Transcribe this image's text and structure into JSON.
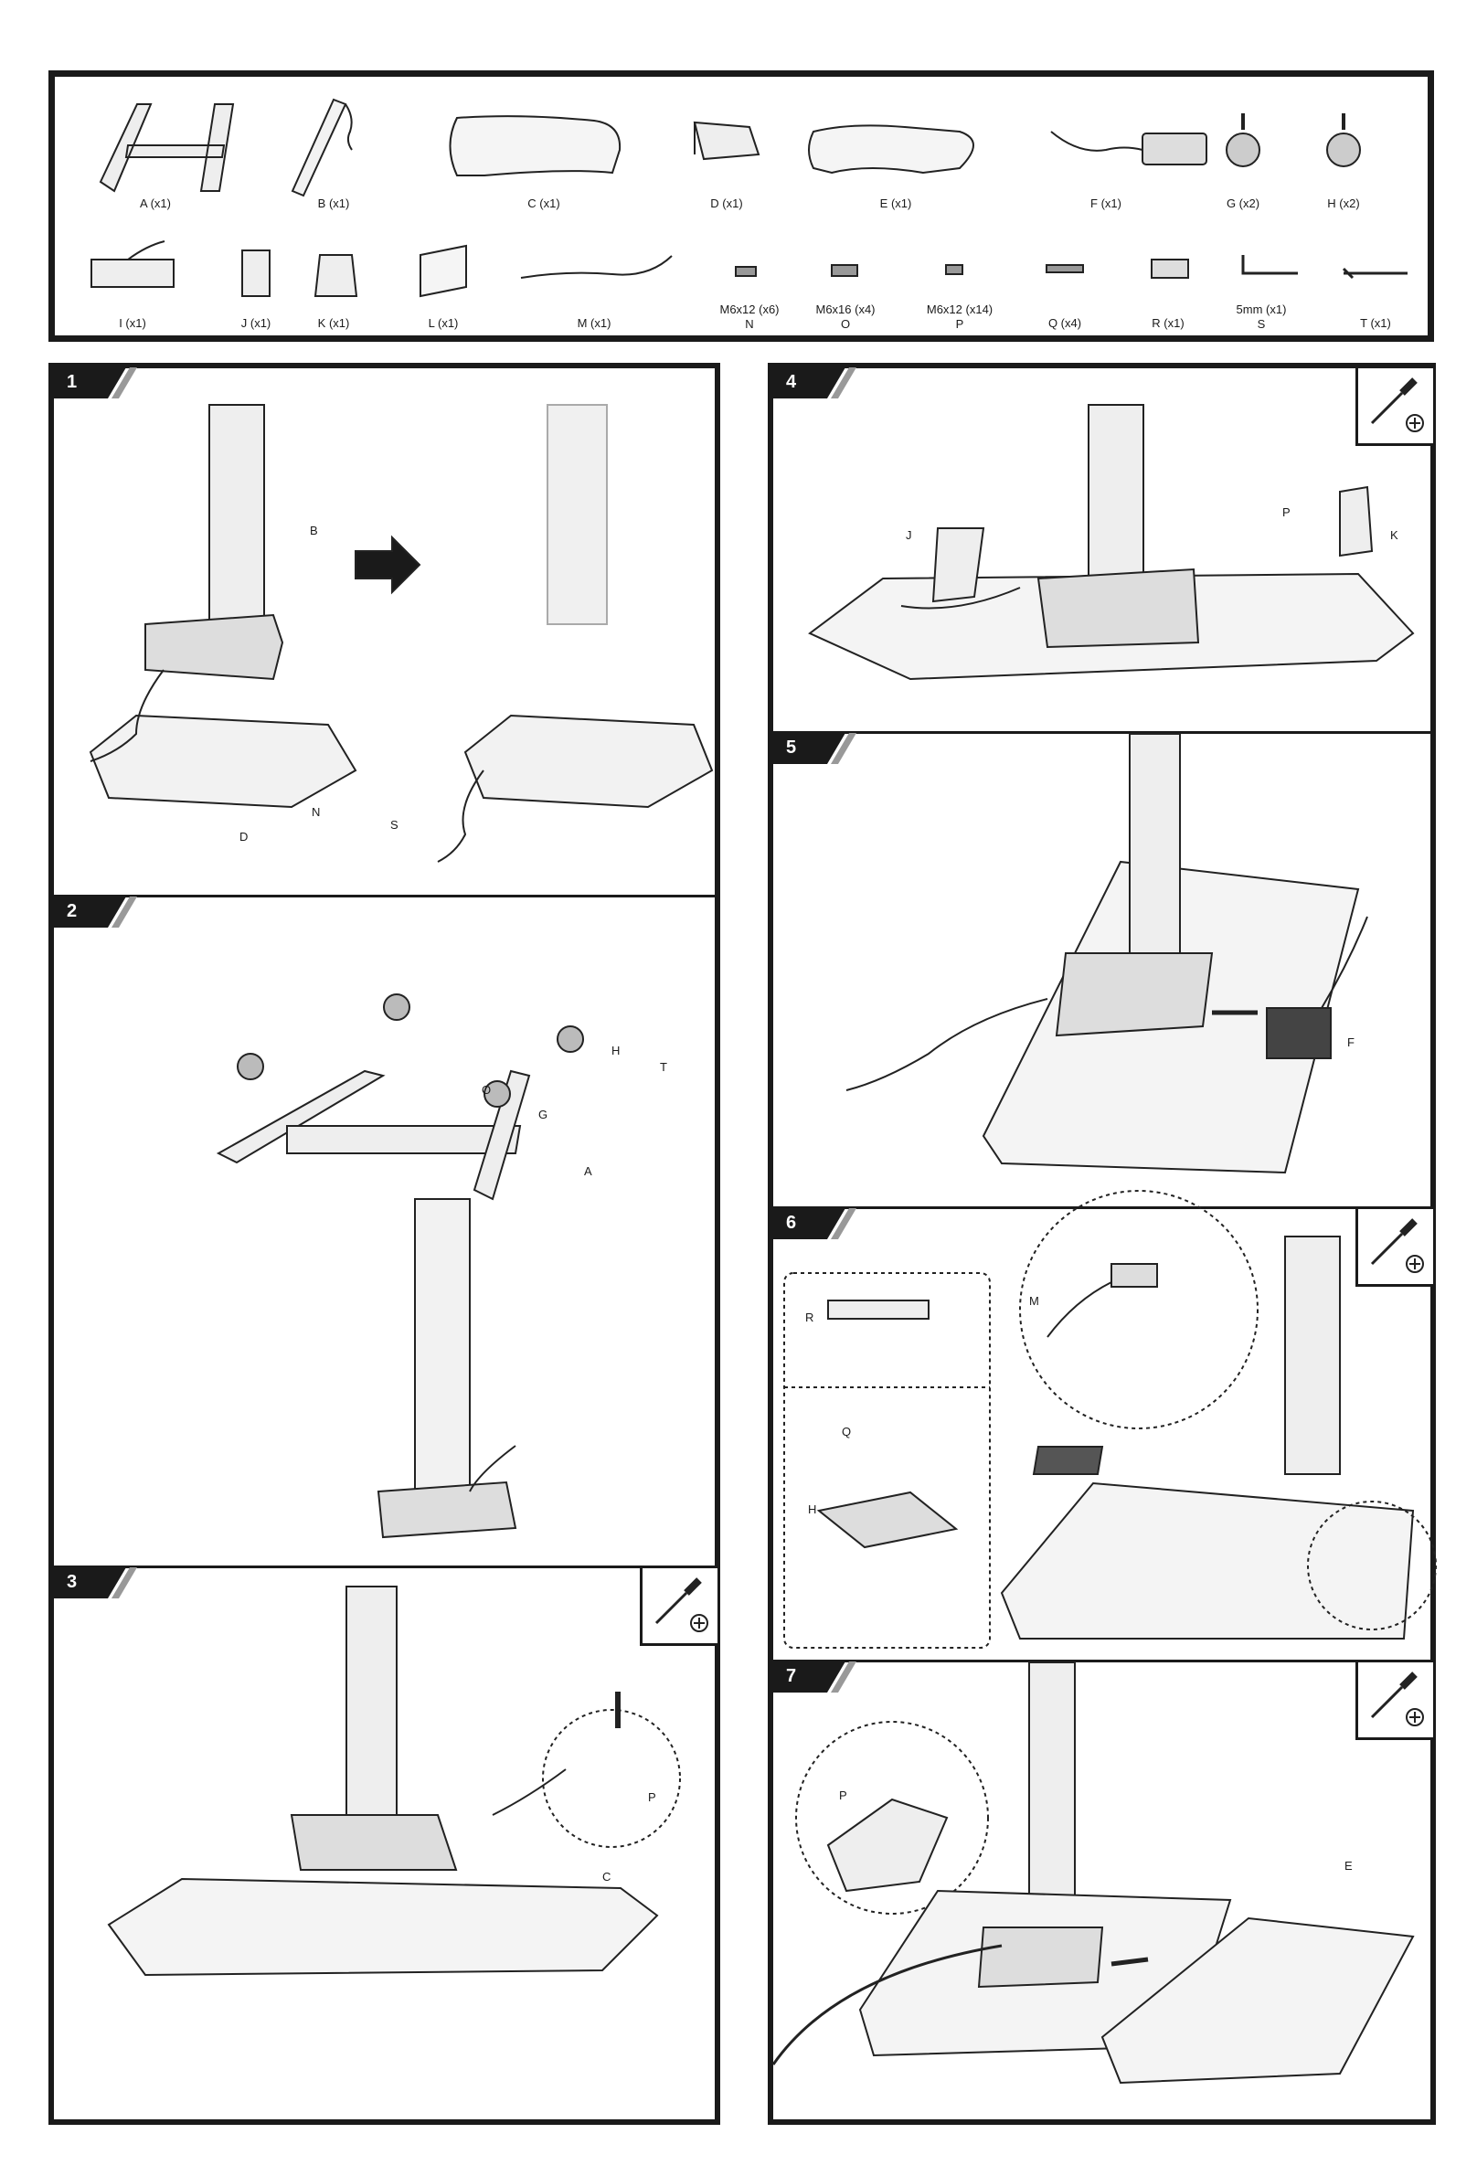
{
  "parts": [
    {
      "label": "A (x1)"
    },
    {
      "label": "B (x1)"
    },
    {
      "label": "C (x1)"
    },
    {
      "label": "D (x1)"
    },
    {
      "label": "E (x1)"
    },
    {
      "label": "F (x1)"
    },
    {
      "label": "G (x2)"
    },
    {
      "label": "H (x2)"
    },
    {
      "label": "I (x1)"
    },
    {
      "label": "J (x1)"
    },
    {
      "label": "K (x1)"
    },
    {
      "label": "L (x1)"
    },
    {
      "label": "M (x1)"
    },
    {
      "label": "M6x12 (x6)",
      "sub": "N"
    },
    {
      "label": "M6x16 (x4)",
      "sub": "O"
    },
    {
      "label": "M6x12 (x14)",
      "sub": "P"
    },
    {
      "label": "Q (x4)"
    },
    {
      "label": "R (x1)"
    },
    {
      "label": "5mm (x1)",
      "sub": "S"
    },
    {
      "label": "T (x1)"
    }
  ],
  "steps": [
    {
      "num": "1",
      "callouts": [
        "B",
        "N",
        "S",
        "D"
      ]
    },
    {
      "num": "2",
      "callouts": [
        "H",
        "T",
        "O",
        "G",
        "A"
      ]
    },
    {
      "num": "3",
      "callouts": [
        "P",
        "C"
      ]
    },
    {
      "num": "4",
      "callouts": [
        "P",
        "J",
        "K"
      ]
    },
    {
      "num": "5",
      "callouts": [
        "F"
      ]
    },
    {
      "num": "6",
      "callouts": [
        "M",
        "R",
        "Q",
        "H"
      ]
    },
    {
      "num": "7",
      "callouts": [
        "P",
        "E"
      ]
    }
  ]
}
